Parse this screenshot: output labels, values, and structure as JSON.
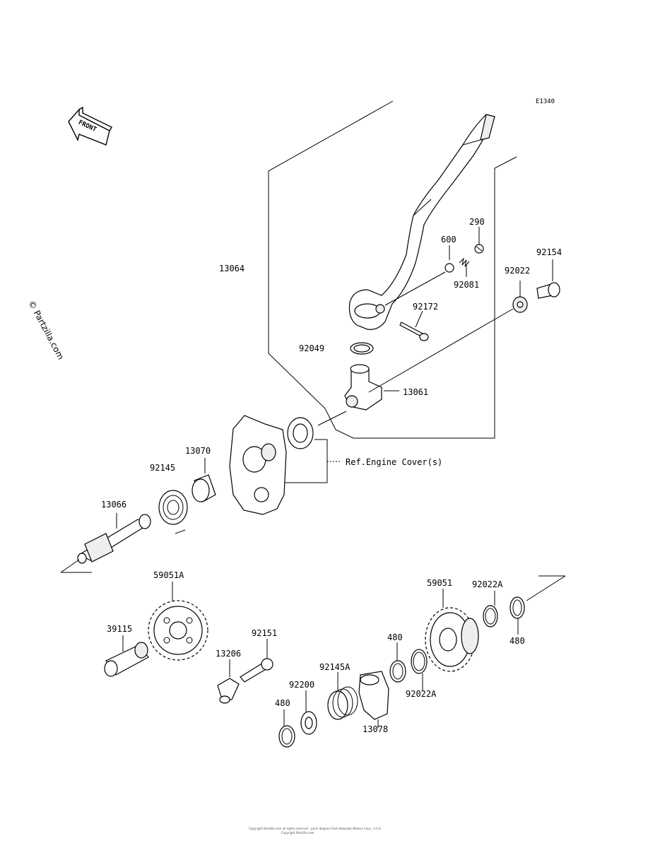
{
  "diagram_code": "E1340",
  "watermark": "© Partzilla.com",
  "front_arrow_label": "FRONT",
  "reference_label": "Ref.Engine Cover(s)",
  "footer_line1": "Copyright Partzilla.com all rights reserved - parts diagram from Kawasaki Motors Corp., U.S.A.",
  "footer_line2": "Copyright Partzilla.com",
  "parts": {
    "p13064": "13064",
    "p290": "290",
    "p600": "600",
    "p92154": "92154",
    "p92022": "92022",
    "p92081": "92081",
    "p92172": "92172",
    "p92049": "92049",
    "p13061": "13061",
    "p13070": "13070",
    "p92145": "92145",
    "p13066": "13066",
    "p59051A": "59051A",
    "p59051": "59051",
    "p92022A_top": "92022A",
    "p39115": "39115",
    "p92151": "92151",
    "p13206": "13206",
    "p480_top": "480",
    "p92145A": "92145A",
    "p92200": "92200",
    "p480_right": "480",
    "p92022A_bottom": "92022A",
    "p480_bottom": "480",
    "p13078": "13078"
  }
}
